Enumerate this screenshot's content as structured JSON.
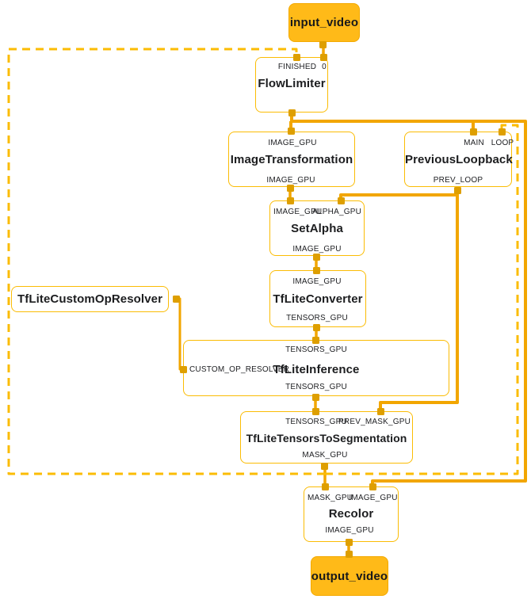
{
  "colors": {
    "node_border": "#FBBC04",
    "edge_solid": "#F2A600",
    "edge_dashed": "#FBBC04",
    "port": "#DE9F00",
    "stream_fill": "#FFBA18",
    "text": "#202124"
  },
  "graph": {
    "streams": {
      "input": "input_video",
      "output": "output_video"
    },
    "nodes": {
      "flow_limiter": {
        "title": "FlowLimiter",
        "inputs": [
          "FINISHED",
          "0"
        ]
      },
      "image_transformation": {
        "title": "ImageTransformation",
        "inputs": [
          "IMAGE_GPU"
        ],
        "outputs": [
          "IMAGE_GPU"
        ]
      },
      "previous_loopback": {
        "title": "PreviousLoopback",
        "inputs": [
          "MAIN",
          "LOOP"
        ],
        "outputs": [
          "PREV_LOOP"
        ]
      },
      "set_alpha": {
        "title": "SetAlpha",
        "inputs": [
          "IMAGE_GPU",
          "ALPHA_GPU"
        ],
        "outputs": [
          "IMAGE_GPU"
        ]
      },
      "tflite_converter": {
        "title": "TfLiteConverter",
        "inputs": [
          "IMAGE_GPU"
        ],
        "outputs": [
          "TENSORS_GPU"
        ]
      },
      "tflite_custom_op_resolver": {
        "title": "TfLiteCustomOpResolver"
      },
      "tflite_inference": {
        "title": "TfLiteInference",
        "inputs": [
          "TENSORS_GPU"
        ],
        "side_inputs": [
          "CUSTOM_OP_RESOLVER"
        ],
        "outputs": [
          "TENSORS_GPU"
        ]
      },
      "tflite_tensors_to_segmentation": {
        "title": "TfLiteTensorsToSegmentation",
        "inputs": [
          "TENSORS_GPU",
          "PREV_MASK_GPU"
        ],
        "outputs": [
          "MASK_GPU"
        ]
      },
      "recolor": {
        "title": "Recolor",
        "inputs": [
          "MASK_GPU",
          "IMAGE_GPU"
        ],
        "outputs": [
          "IMAGE_GPU"
        ]
      }
    },
    "edges": [
      {
        "from": "input_video",
        "to": "FlowLimiter:0",
        "style": "solid"
      },
      {
        "from": "FlowLimiter",
        "to": "ImageTransformation:IMAGE_GPU",
        "style": "solid"
      },
      {
        "from": "FlowLimiter",
        "to": "PreviousLoopback:MAIN",
        "style": "solid"
      },
      {
        "from": "FlowLimiter",
        "to": "Recolor:IMAGE_GPU",
        "style": "solid"
      },
      {
        "from": "ImageTransformation:IMAGE_GPU",
        "to": "SetAlpha:IMAGE_GPU",
        "style": "solid"
      },
      {
        "from": "PreviousLoopback:PREV_LOOP",
        "to": "SetAlpha:ALPHA_GPU",
        "style": "solid"
      },
      {
        "from": "PreviousLoopback:PREV_LOOP",
        "to": "TfLiteTensorsToSegmentation:PREV_MASK_GPU",
        "style": "solid"
      },
      {
        "from": "SetAlpha:IMAGE_GPU",
        "to": "TfLiteConverter:IMAGE_GPU",
        "style": "solid"
      },
      {
        "from": "TfLiteConverter:TENSORS_GPU",
        "to": "TfLiteInference:TENSORS_GPU",
        "style": "solid"
      },
      {
        "from": "TfLiteCustomOpResolver",
        "to": "TfLiteInference:CUSTOM_OP_RESOLVER",
        "style": "solid"
      },
      {
        "from": "TfLiteInference:TENSORS_GPU",
        "to": "TfLiteTensorsToSegmentation:TENSORS_GPU",
        "style": "solid"
      },
      {
        "from": "TfLiteTensorsToSegmentation:MASK_GPU",
        "to": "Recolor:MASK_GPU",
        "style": "solid"
      },
      {
        "from": "TfLiteTensorsToSegmentation:MASK_GPU",
        "to": "FlowLimiter:FINISHED",
        "style": "dashed"
      },
      {
        "from": "TfLiteTensorsToSegmentation:MASK_GPU",
        "to": "PreviousLoopback:LOOP",
        "style": "dashed"
      },
      {
        "from": "Recolor:IMAGE_GPU",
        "to": "output_video",
        "style": "solid"
      }
    ]
  }
}
